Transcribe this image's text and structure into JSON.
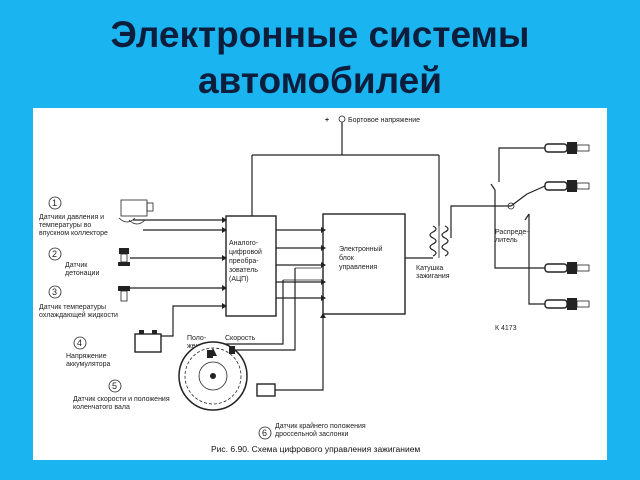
{
  "slide": {
    "title_line1": "Электронные системы",
    "title_line2": "автомобилей"
  },
  "diagram": {
    "supply": "Бортовое напряжение",
    "supply_sign": "+",
    "adc": [
      "Аналого-",
      "цифровой",
      "преобра-",
      "зователь",
      "(АЦП)"
    ],
    "ecu": [
      "Электронный",
      "блок",
      "управления"
    ],
    "coil": [
      "Катушка",
      "зажигания"
    ],
    "distributor": [
      "Распреде-",
      "литель"
    ],
    "sensor1": [
      "Датчики давления и",
      "температуры во",
      "впускном коллекторе"
    ],
    "sensor2": [
      "Датчик",
      "детонации"
    ],
    "sensor3": [
      "Датчик температуры",
      "охлаждающей жидкости"
    ],
    "sensor4": [
      "Напряжение",
      "аккумулятора"
    ],
    "sensor5": [
      "Датчик скорости и положения",
      "коленчатого вала"
    ],
    "sensor6": [
      "Датчик крайнего положения",
      "дроссельной заслонки"
    ],
    "position": [
      "Поло-",
      "жение"
    ],
    "speed": "Скорость",
    "numbers": [
      "1",
      "2",
      "3",
      "4",
      "5",
      "6"
    ],
    "ref": "К 4173",
    "caption": "Рис. 6.90. Схема цифрового управления зажиганием"
  }
}
